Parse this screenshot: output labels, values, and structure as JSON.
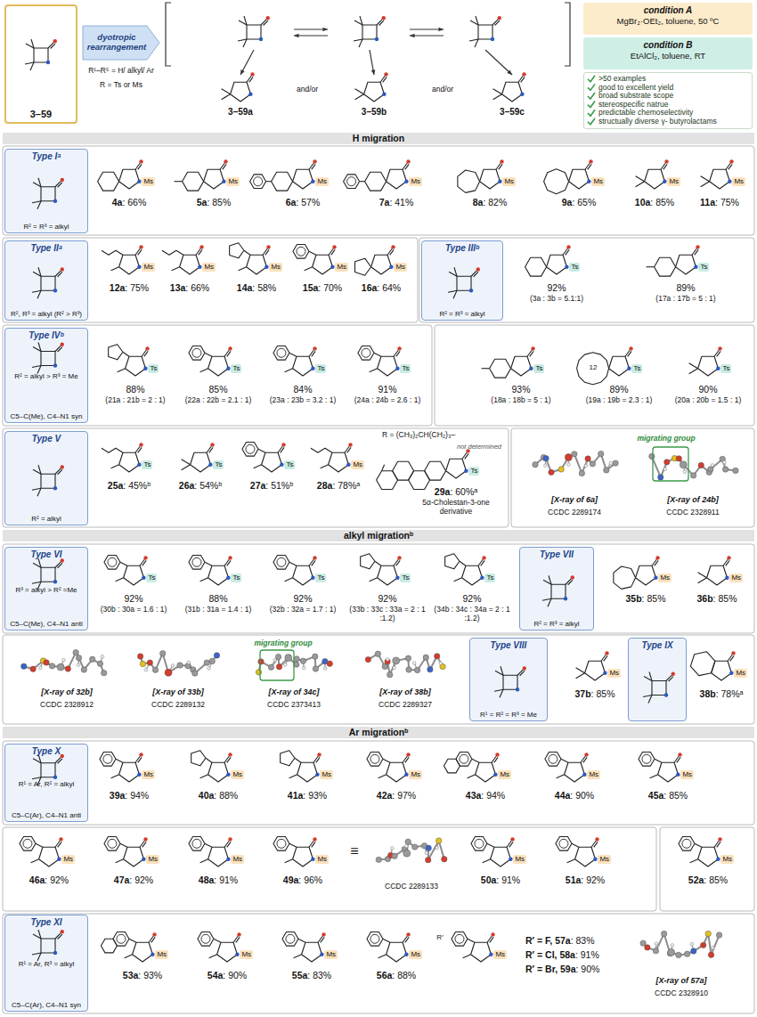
{
  "diagram": {
    "nodes": [
      {
        "text": [
          "3–59"
        ]
      },
      {
        "text": [
          "dyotropic rearrangement"
        ]
      },
      {
        "text": [
          "condition A",
          "MgBr₂·OEt₂, toluene, 50 ºC"
        ]
      },
      {
        "text": [
          "condition B",
          "EtAlCl₂, toluene, RT"
        ]
      },
      {
        "text": [
          ">50 examples",
          "good to excellent yield",
          "broad substrate scope",
          "stereospecific natrue",
          "predictable chemoselectivity",
          "structually diverse γ- butyrolactams"
        ]
      },
      {
        "text": [
          "H migration"
        ]
      },
      {
        "text": [
          "Type Iᵃ",
          "R² = R³ = alkyl"
        ]
      },
      {
        "text": [
          "Type IIᵃ",
          "R², R³ = alkyl (R² > R³)"
        ]
      },
      {
        "text": [
          "Type IIIᵇ",
          "R² = R³ = alkyl"
        ]
      },
      {
        "text": [
          "Type IVᵇ",
          "R² = alkyl > R³ = Me",
          "C5–C(Me), C4–N1 syn"
        ]
      },
      {
        "text": [
          "Type V",
          "R² = alkyl"
        ]
      },
      {
        "text": [
          "alkyl migrationᵇ"
        ]
      },
      {
        "text": [
          "Type VI",
          "R³ = alkyl > R² =Me",
          "C5–C(Me), C4–N1 anti"
        ]
      },
      {
        "text": [
          "Type VII",
          "R² = R³ = alkyl"
        ]
      },
      {
        "text": [
          "Type VIII",
          "R¹ = R² = R³ = Me"
        ]
      },
      {
        "text": [
          "Type IX"
        ]
      },
      {
        "text": [
          "Ar migrationᵇ"
        ]
      },
      {
        "text": [
          "Type X",
          "R¹ = Ar, R² = alkyl",
          "C5–C(Ar), C4–N1 anti"
        ]
      },
      {
        "text": [
          "Type XI",
          "R¹ = Ar, R³ = alkyl",
          "C5–C(Ar), C4–N1 syn"
        ]
      }
    ],
    "labels": [
      "R¹–R⁵ = H/ alkyl/ Ar",
      "R = Ts or Ms",
      "3–59a",
      "and/or",
      "3–59b",
      "and/or",
      "3–59c",
      "Ms",
      "4a: 66%",
      "Ms",
      "5a: 85%",
      "Ms",
      "6a: 57%",
      "Ms",
      "7a: 41%",
      "Ms",
      "8a: 82%",
      "Ms",
      "9a: 65%",
      "Ms",
      "10a: 85%",
      "Ms",
      "11a: 75%",
      "Ms",
      "12a: 75%",
      "Ms",
      "13a: 66%",
      "Ms",
      "14a: 58%",
      "Ms",
      "15a: 70%",
      "Ms",
      "16a: 64%",
      "Ts",
      "92%",
      "(3a : 3b = 5.1:1)",
      "Ts",
      "89%",
      "(17a : 17b = 5 : 1)",
      "Ts",
      "88%",
      "(21a : 21b = 2 : 1)",
      "Ts",
      "85%",
      "(22a : 22b = 2.1 : 1)",
      "Ts",
      "84%",
      "(23a : 23b = 3.2 : 1)",
      "Ts",
      "91%",
      "(24a : 24b = 2.6 : 1)",
      "Ts",
      "93%",
      "(18a : 18b = 5 : 1)",
      "Ts",
      "89%",
      "(19a : 19b = 2.3 : 1)",
      "12",
      "Ts",
      "90%",
      "(20a : 20b = 1.5 : 1)",
      "Ts",
      "25a: 45%ᵇ",
      "Ts",
      "26a: 54%ᵇ",
      "Ts",
      "27a: 51%ᵇ",
      "Ms",
      "28a: 78%ᵃ",
      "R = (CH₃)₂CH(CH₂)₃–",
      "Ts",
      "29a: 60%ᵃ",
      "5α-Cholestan-3-one derivative",
      "not determined",
      "[X-ray of 6a]",
      "CCDC 2289174",
      "migrating group",
      "[X-ray of 24b]",
      "CCDC 2328911",
      "Ts",
      "92%",
      "(30b : 30a = 1.6 : 1)",
      "Ts",
      "88%",
      "(31b : 31a = 1.4 : 1)",
      "Ts",
      "92%",
      "(32b : 32a = 1.7 : 1)",
      "Ts",
      "92%",
      "(33b : 33c : 33a = 2 : 1 :1.2)",
      "Ts",
      "92%",
      "(34b : 34c : 34a = 2 : 1 :1.2)",
      "Ms",
      "35b: 85%",
      "Ms",
      "36b: 85%",
      "[X-ray of 32b]",
      "CCDC 2328912",
      "[X-ray of 33b]",
      "CCDC 2289132",
      "migrating group",
      "[X-ray of 34c]",
      "CCDC 2373413",
      "[X-ray of 38b]",
      "CCDC 2289327",
      "Ms",
      "37b: 85%",
      "Ms",
      "38b: 78%ᵃ",
      "Ms",
      "39a: 94%",
      "Ms",
      "40a: 88%",
      "Ms",
      "41a: 93%",
      "Ms",
      "42a: 97%",
      "Ms",
      "43a: 94%",
      "Ms",
      "44a: 90%",
      "Ms",
      "45a: 85%",
      "Ms",
      "46a: 92%",
      "Ms",
      "47a: 92%",
      "Ms",
      "48a: 91%",
      "Ms",
      "49a: 96%",
      "≡",
      "CCDC 2289133",
      "Ms",
      "50a: 91%",
      "Ms",
      "51a: 92%",
      "Ms",
      "52a: 85%",
      "Ms",
      "53a: 93%",
      "Ms",
      "54a: 90%",
      "Ms",
      "55a: 83%",
      "Ms",
      "56a: 88%",
      "Ms",
      "R′ = F, 57a: 83%",
      "R′ = Cl, 58a: 91%",
      "R′ = Br, 59a: 90%",
      "R′",
      "[X-ray of 57a]",
      "CCDC 2328910"
    ]
  }
}
